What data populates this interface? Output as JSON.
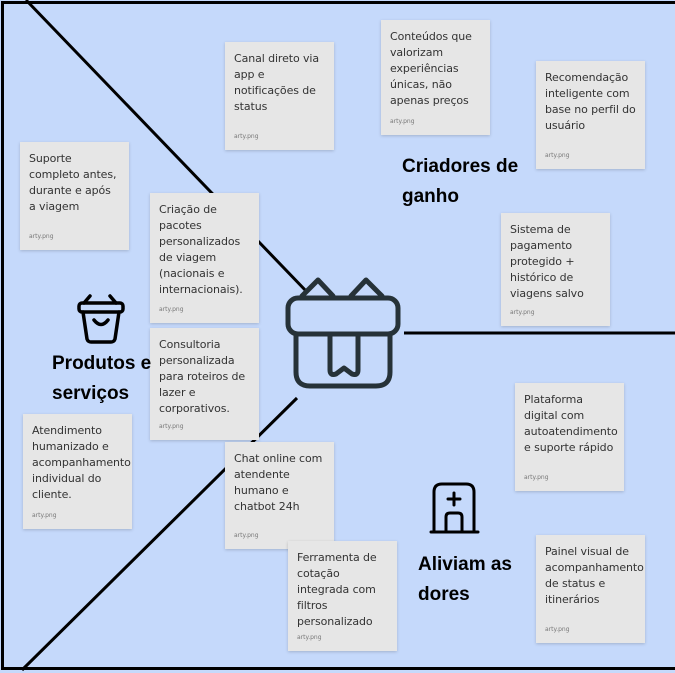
{
  "sections": {
    "gain_creators": "Criadores de ganho",
    "products_services": "Produtos e serviços",
    "pain_relievers": "Aliviam as dores"
  },
  "icons": {
    "gift": "gift-icon",
    "basket": "basket-icon",
    "hospital": "hospital-icon"
  },
  "colors": {
    "background": "#c5d9fb",
    "card": "#e6e6e6",
    "line": "#000000"
  },
  "cards": [
    {
      "text": "Canal direto via app e notificações de status",
      "source": "arty.png"
    },
    {
      "text": "Conteúdos que valorizam experiências únicas, não apenas preços",
      "source": "arty.png"
    },
    {
      "text": "Recomendação inteligente com base no perfil do usuário",
      "source": "arty.png"
    },
    {
      "text": "Suporte completo antes, durante e após a viagem",
      "source": "arty.png"
    },
    {
      "text": "Criação de pacotes personalizados de viagem (nacionais e internacionais).",
      "source": "arty.png"
    },
    {
      "text": "Sistema de pagamento protegido + histórico de viagens salvo",
      "source": "arty.png"
    },
    {
      "text": "Consultoria personalizada para roteiros de lazer e corporativos.",
      "source": "arty.png"
    },
    {
      "text": "Atendimento humanizado e acompanhamento individual do cliente.",
      "source": "arty.png"
    },
    {
      "text": "Plataforma digital com autoatendimento e suporte rápido",
      "source": "arty.png"
    },
    {
      "text": "Chat online com atendente humano e chatbot 24h",
      "source": "arty.png"
    },
    {
      "text": "Ferramenta de cotação integrada com filtros personalizado",
      "source": "arty.png"
    },
    {
      "text": "Painel visual de acompanhamento de status e itinerários",
      "source": "arty.png"
    }
  ]
}
